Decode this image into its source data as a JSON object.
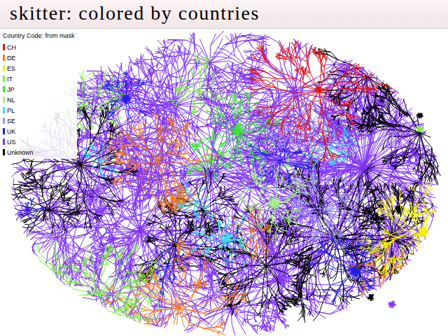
{
  "diagram": {
    "title": "skitter: colored by countries",
    "labels": [
      "Country Code: from mask"
    ],
    "legend": [
      {
        "text": "CH",
        "color": "#e01414"
      },
      {
        "text": "DE",
        "color": "#f07a1e"
      },
      {
        "text": "ES",
        "color": "#f5f500"
      },
      {
        "text": "IT",
        "color": "#80f040"
      },
      {
        "text": "JP",
        "color": "#3ce63c"
      },
      {
        "text": "NL",
        "color": "#a8f088"
      },
      {
        "text": "PL",
        "color": "#44dcf4"
      },
      {
        "text": "SE",
        "color": "#9a9af4"
      },
      {
        "text": "UK",
        "color": "#1e1ee6"
      },
      {
        "text": "US",
        "color": "#7f34f0"
      },
      {
        "text": "Unknown",
        "color": "#000000"
      }
    ]
  }
}
